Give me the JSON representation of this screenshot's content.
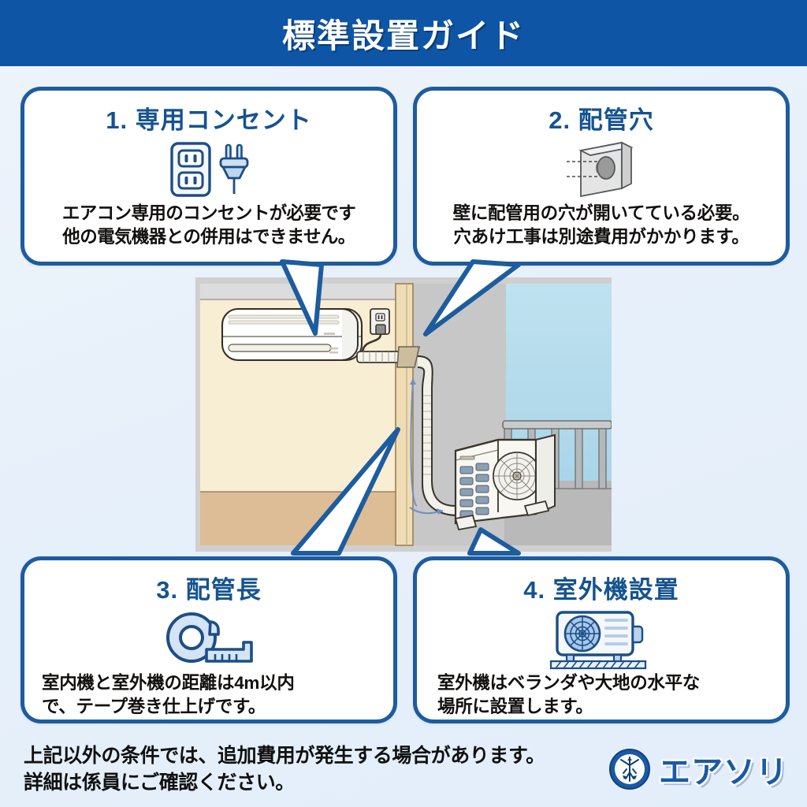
{
  "header": {
    "title": "標準設置ガイド",
    "bg_color": "#0e55a5",
    "text_color": "#ffffff"
  },
  "theme": {
    "card_border": "#1d5c9e",
    "card_title_color": "#15538f",
    "icon_fill": "#cddff2",
    "icon_stroke": "#1d4e86",
    "page_bg": "#e9f1fa"
  },
  "cards": [
    {
      "number": "1.",
      "title": "1. 専用コンセント",
      "icon": "power-outlet-and-plug-icon",
      "line1": "エアコン専用のコンセントが必要です",
      "line2": "他の電気機器との併用はできません。"
    },
    {
      "number": "2.",
      "title": "2. 配管穴",
      "icon": "wall-pipe-hole-icon",
      "line1": "壁に配管用の穴が開いてている必要。",
      "line2": "穴あけ工事は別途費用がかかります。"
    },
    {
      "number": "3.",
      "title": "3. 配管長",
      "icon": "tape-measure-icon",
      "line1": "室内機と室外機の距離は4m以内",
      "line2": "で、テープ巻き仕上げです。"
    },
    {
      "number": "4.",
      "title": "4. 室外機設置",
      "icon": "outdoor-unit-icon",
      "line1": "室外機はベランダや大地の水平な",
      "line2": "場所に設置します。"
    }
  ],
  "illustration": {
    "description": "エアコン設置図",
    "parts": [
      "indoor-unit",
      "wall-outlet",
      "pipe-through-wall",
      "refrigerant-pipe",
      "outdoor-unit",
      "balcony-railing"
    ],
    "colors": {
      "interior_wall": "#f5ecd0",
      "wainscot": "#dcbf96",
      "pillar": "#efdcb4",
      "exterior_wall": "#c9c9c9",
      "sky": "#b6dcec",
      "unit_white": "#fdfdfb"
    }
  },
  "footer": {
    "line1": "上記以外の条件では、追加費用が発生する場合があります。",
    "line2": "詳細は係員にご確認ください。",
    "logo_text": "エアソリ",
    "logo_mark": "fan-turbine-circle-icon"
  }
}
